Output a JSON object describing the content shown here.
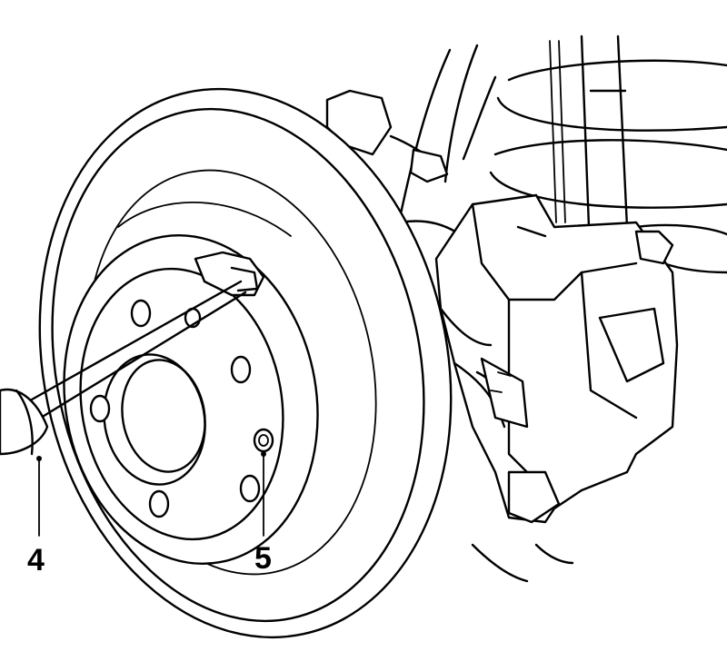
{
  "callouts": [
    {
      "label": "4",
      "part": "screwdriver"
    },
    {
      "label": "5",
      "part": "guide-pin-hole"
    }
  ],
  "colors": {
    "line": "#000000",
    "background": "#ffffff"
  }
}
